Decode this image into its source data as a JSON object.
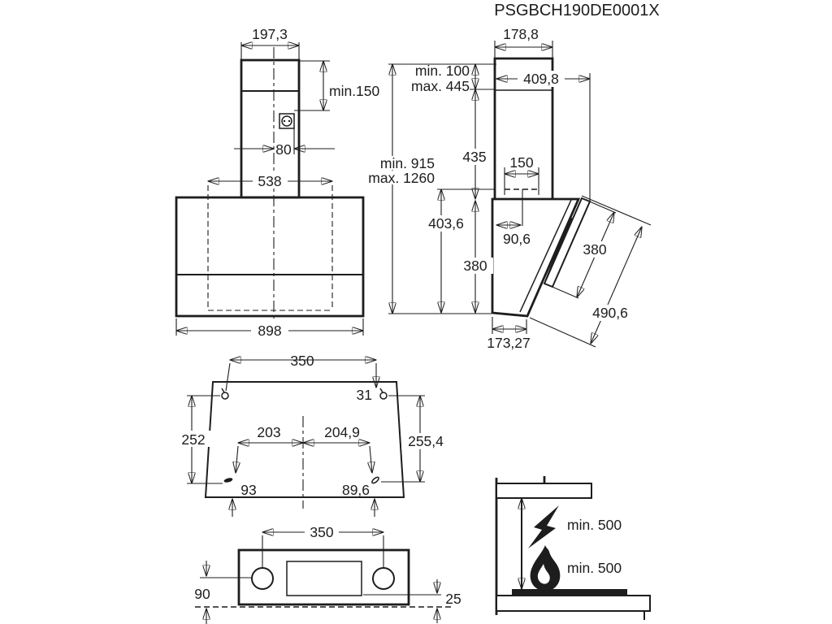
{
  "title": "PSGBCH190DE0001X",
  "front_view": {
    "chimney_width": "197,3",
    "chimney_min_height": "min.150",
    "socket_offset": "80",
    "duct_spacing": "538",
    "hood_width": "898"
  },
  "side_view": {
    "chimney_depth": "178,8",
    "top_clearance_min": "min. 100",
    "top_clearance_max": "max. 445",
    "depth_total": "409,8",
    "chimney_height": "435",
    "install_height_min": "min. 915",
    "install_height_max": "max. 1260",
    "duct_width": "150",
    "rear_height": "403,6",
    "duct_offset": "90,6",
    "body_height": "380",
    "panel_length": "380",
    "front_glass_length": "490,6",
    "body_depth": "173,27"
  },
  "mounting_view": {
    "hole_spacing": "350",
    "hole_top_offset": "31",
    "left_height": "252",
    "left_hole_to_center": "203",
    "right_hole_to_center": "204,9",
    "right_height": "255,4",
    "bottom_left_offset": "93",
    "bottom_right_offset": "89,6"
  },
  "panel_view": {
    "hole_spacing": "350",
    "left_offset": "90",
    "bottom_offset": "25"
  },
  "clearance_view": {
    "electric_min_distance": "min. 500",
    "gas_min_distance": "min. 500"
  }
}
